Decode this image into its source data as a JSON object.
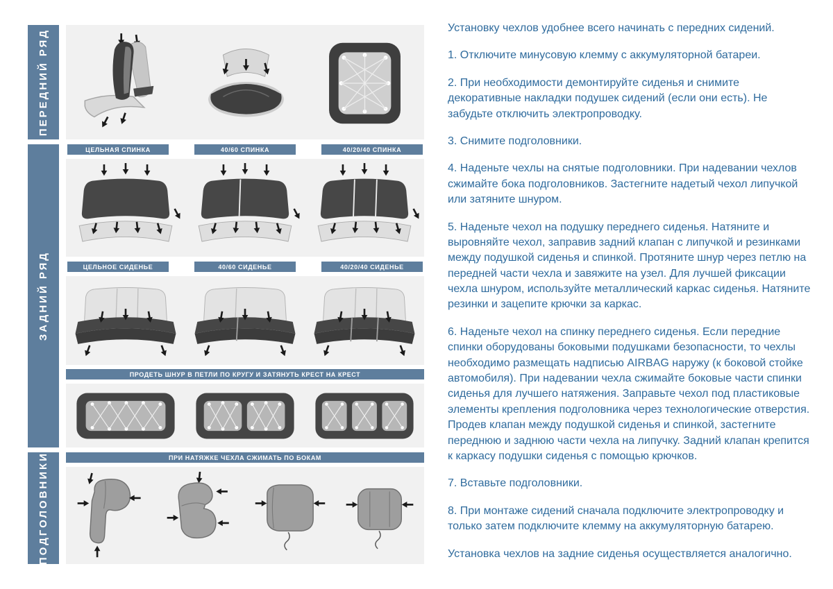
{
  "colors": {
    "accent": "#5e7e9d",
    "panel_bg": "#f1f1f1",
    "text": "#2f6b9d",
    "figure_dark": "#3e3e3e"
  },
  "sidebar": {
    "sections": [
      {
        "label": "ПЕРЕДНИЙ РЯД"
      },
      {
        "label": "ЗАДНИЙ РЯД"
      },
      {
        "label": "ПОДГОЛОВНИКИ"
      }
    ]
  },
  "diagram_labels": {
    "backrest": [
      "ЦЕЛЬНАЯ СПИНКА",
      "40/60 СПИНКА",
      "40/20/40 СПИНКА"
    ],
    "cushion": [
      "ЦЕЛЬНОЕ СИДЕНЬЕ",
      "40/60 СИДЕНЬЕ",
      "40/20/40 СИДЕНЬЕ"
    ],
    "cord": "ПРОДЕТЬ ШНУР В ПЕТЛИ ПО КРУГУ И ЗАТЯНУТЬ КРЕСТ НА КРЕСТ",
    "headrest": "ПРИ НАТЯЖКЕ ЧЕХЛА СЖИМАТЬ ПО БОКАМ"
  },
  "instructions": {
    "intro": "Установку чехлов удобнее всего начинать с передних сидений.",
    "steps": [
      "1. Отключите минусовую клемму с аккумуляторной батареи.",
      "2. При необходимости демонтируйте сиденья и снимите декоративные накладки подушек сидений (если они есть). Не забудьте отключить электропроводку.",
      "3. Снимите подголовники.",
      "4. Наденьте чехлы на снятые подголовники. При надевании чехлов сжимайте бока подголовников. Застегните надетый чехол липучкой или затяните шнуром.",
      "5. Наденьте чехол на подушку переднего сиденья. Натяните и выровняйте чехол, заправив задний клапан с липучкой и резинками между подушкой сиденья и спинкой. Протяните шнур через петлю на передней части чехла и завяжите на узел. Для лучшей фиксации чехла шнуром, используйте металлический каркас сиденья. Натяните резинки и зацепите крючки за каркас.",
      "6. Наденьте чехол на спинку переднего сиденья. Если передние спинки оборудованы боковыми подушками безопасности, то чехлы необходимо размещать надписью AIRBAG наружу (к боковой стойке автомобиля). При надевании чехла сжимайте боковые части спинки сиденья для лучшего натяжения. Заправьте чехол под пластиковые элементы крепления подголовника через технологические отверстия. Продев клапан между подушкой сиденья и спинкой, застегните переднюю и заднюю части чехла на липучку. Задний клапан крепится к каркасу подушки сиденья с помощью крючков.",
      "7. Вставьте подголовники.",
      "8. При монтаже сидений сначала подключите электропроводку и только затем подключите клемму на аккумуляторную батарею."
    ],
    "outro": "Установка чехлов на задние сиденья осуществляется аналогично."
  }
}
